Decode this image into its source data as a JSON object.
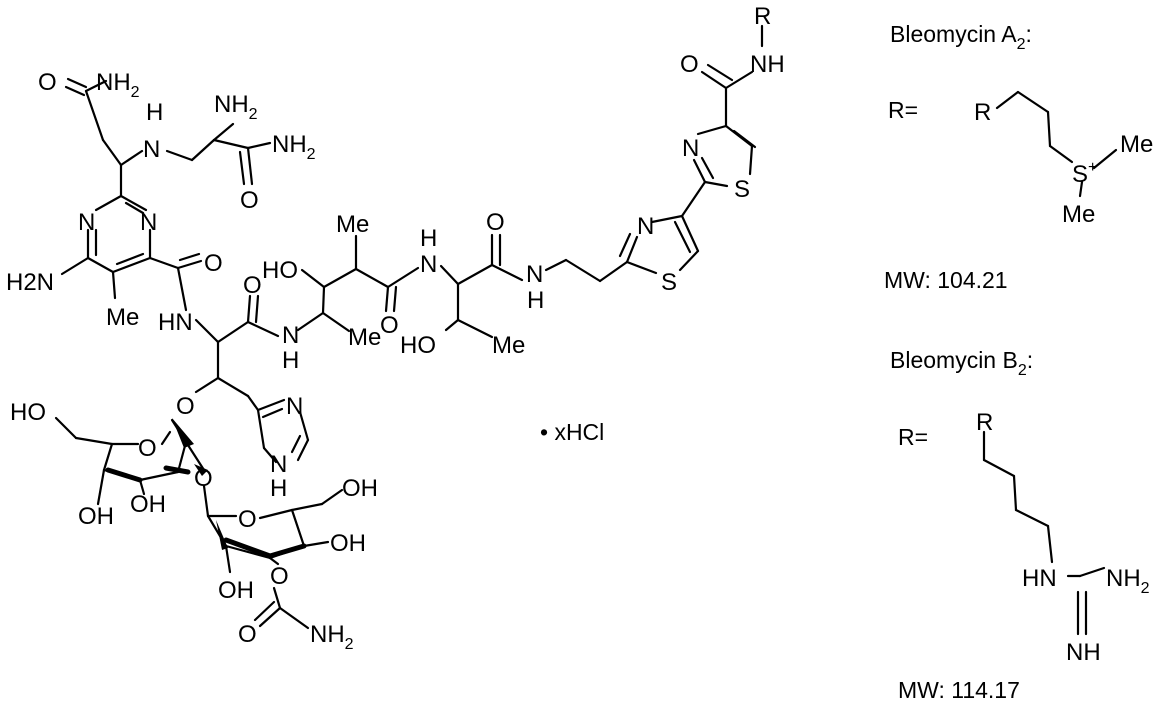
{
  "main_structure": {
    "atoms": {
      "o_amide_top": "O",
      "nh2_top": "NH2",
      "nh_sec": "H",
      "n_sec": "N",
      "nh2_alpha": "NH2",
      "nh2_amide_right": "NH2",
      "o_amide_right": "O",
      "n_pyr_left": "N",
      "n_pyr_right": "N",
      "nh2_pyr": "H2N",
      "me_pyr": "Me",
      "o_pyr_carbonyl": "O",
      "hn_amide1": "HN",
      "o_carbonyl2": "O",
      "nh_amide2": "N",
      "h_amide2": "H",
      "me_valerate": "Me",
      "ho_valerate": "HO",
      "me_top": "Me",
      "o_carbonyl3": "O",
      "h_amide3": "H",
      "n_amide3": "N",
      "o_carbonyl4": "O",
      "ho_thr": "HO",
      "me_thr": "Me",
      "n_amide4": "N",
      "h_amide4": "H",
      "o_ether": "O",
      "n_imid_top": "N",
      "n_imid_bottom": "N",
      "h_imid": "H",
      "n_thz1": "N",
      "s_thz1": "S",
      "n_thz2": "N",
      "s_thz2": "S",
      "o_term": "O",
      "nh_term": "NH",
      "r_term": "R",
      "ho_sugar1": "HO",
      "o_ring1": "O",
      "oh_sugar1a": "OH",
      "oh_sugar1b": "OH",
      "o_link": "O",
      "oh_sugar2_top": "OH",
      "o_ring2": "O",
      "oh_sugar2_right": "OH",
      "oh_sugar2_bottom": "OH",
      "o_carbamate": "O",
      "o_carbamate_db": "O",
      "nh2_carbamate": "NH2"
    },
    "salt": "• xHCl"
  },
  "variant_a2": {
    "title": "Bleomycin A2:",
    "r_eq": "R=",
    "r": "R",
    "s_plus": "S+",
    "me1": "Me",
    "me2": "Me",
    "mw": "MW: 104.21"
  },
  "variant_b2": {
    "title": "Bleomycin B2:",
    "r_eq": "R=",
    "r": "R",
    "hn": "HN",
    "nh2": "NH2",
    "nh": "NH",
    "mw": "MW:  114.17"
  }
}
